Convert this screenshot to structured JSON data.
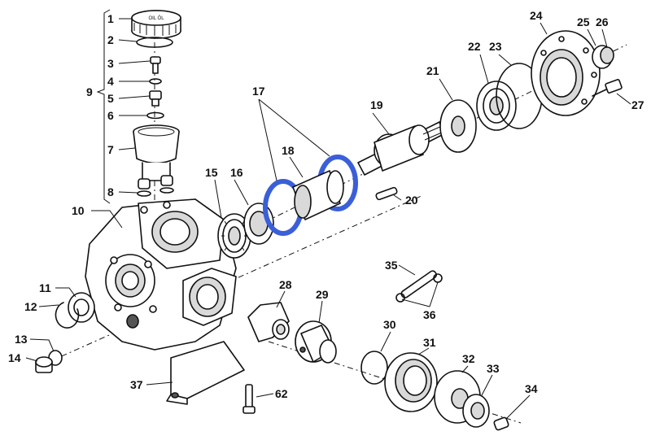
{
  "callouts": [
    {
      "id": "c1",
      "text": "1"
    },
    {
      "id": "c2",
      "text": "2"
    },
    {
      "id": "c3",
      "text": "3"
    },
    {
      "id": "c4",
      "text": "4"
    },
    {
      "id": "c5",
      "text": "5"
    },
    {
      "id": "c6",
      "text": "6"
    },
    {
      "id": "c7",
      "text": "7"
    },
    {
      "id": "c8",
      "text": "8"
    },
    {
      "id": "c9",
      "text": "9"
    },
    {
      "id": "c10",
      "text": "10"
    },
    {
      "id": "c11",
      "text": "11"
    },
    {
      "id": "c12",
      "text": "12"
    },
    {
      "id": "c13",
      "text": "13"
    },
    {
      "id": "c14",
      "text": "14"
    },
    {
      "id": "c15",
      "text": "15"
    },
    {
      "id": "c16",
      "text": "16"
    },
    {
      "id": "c17",
      "text": "17"
    },
    {
      "id": "c18",
      "text": "18"
    },
    {
      "id": "c19",
      "text": "19"
    },
    {
      "id": "c20",
      "text": "20"
    },
    {
      "id": "c21",
      "text": "21"
    },
    {
      "id": "c22",
      "text": "22"
    },
    {
      "id": "c23",
      "text": "23"
    },
    {
      "id": "c24",
      "text": "24"
    },
    {
      "id": "c25",
      "text": "25"
    },
    {
      "id": "c26",
      "text": "26"
    },
    {
      "id": "c27",
      "text": "27"
    },
    {
      "id": "c28",
      "text": "28"
    },
    {
      "id": "c29",
      "text": "29"
    },
    {
      "id": "c30",
      "text": "30"
    },
    {
      "id": "c31",
      "text": "31"
    },
    {
      "id": "c32",
      "text": "32"
    },
    {
      "id": "c33",
      "text": "33"
    },
    {
      "id": "c34",
      "text": "34"
    },
    {
      "id": "c35",
      "text": "35"
    },
    {
      "id": "c36",
      "text": "36"
    },
    {
      "id": "c37",
      "text": "37"
    },
    {
      "id": "c62",
      "text": "62"
    }
  ],
  "cap_text": "OIL ÖL",
  "highlight_color": "#3a5fd8"
}
